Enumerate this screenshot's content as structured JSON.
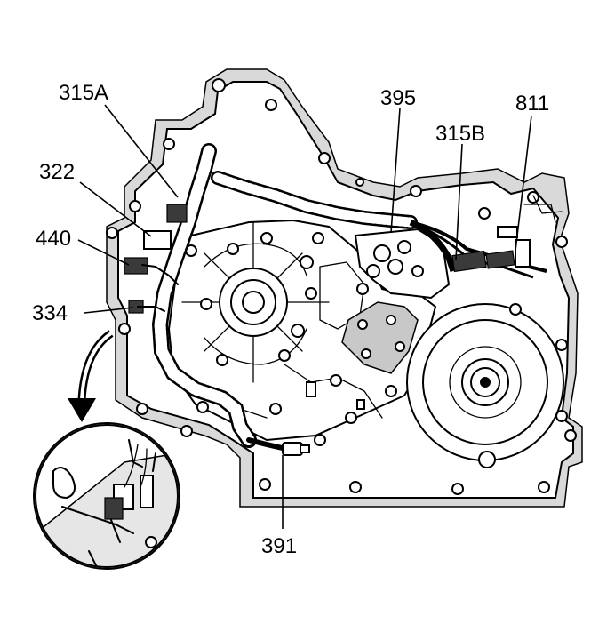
{
  "diagram": {
    "callouts": [
      {
        "id": "c315a",
        "text": "315A"
      },
      {
        "id": "c322",
        "text": "322"
      },
      {
        "id": "c440",
        "text": "440"
      },
      {
        "id": "c334",
        "text": "334"
      },
      {
        "id": "c395",
        "text": "395"
      },
      {
        "id": "c315b",
        "text": "315B"
      },
      {
        "id": "c811",
        "text": "811"
      },
      {
        "id": "c391",
        "text": "391"
      }
    ]
  }
}
